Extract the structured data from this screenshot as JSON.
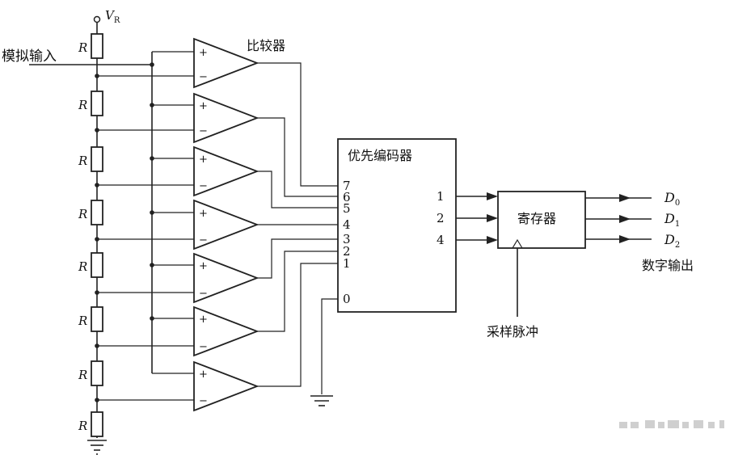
{
  "labels": {
    "vr_prefix": "V",
    "vr_sub": "R",
    "resistor": "R",
    "analog_input": "模拟输入",
    "comparator": "比较器",
    "encoder": "优先编码器",
    "register": "寄存器",
    "sample_pulse": "采样脉冲",
    "digital_output": "数字输出",
    "d_prefix": "D",
    "d0_sub": "0",
    "d1_sub": "1",
    "d2_sub": "2",
    "plus": "+",
    "minus": "−"
  },
  "encoder_inputs": [
    "7",
    "6",
    "5",
    "4",
    "3",
    "2",
    "1",
    "0"
  ],
  "encoder_outputs": [
    "1",
    "2",
    "4"
  ]
}
